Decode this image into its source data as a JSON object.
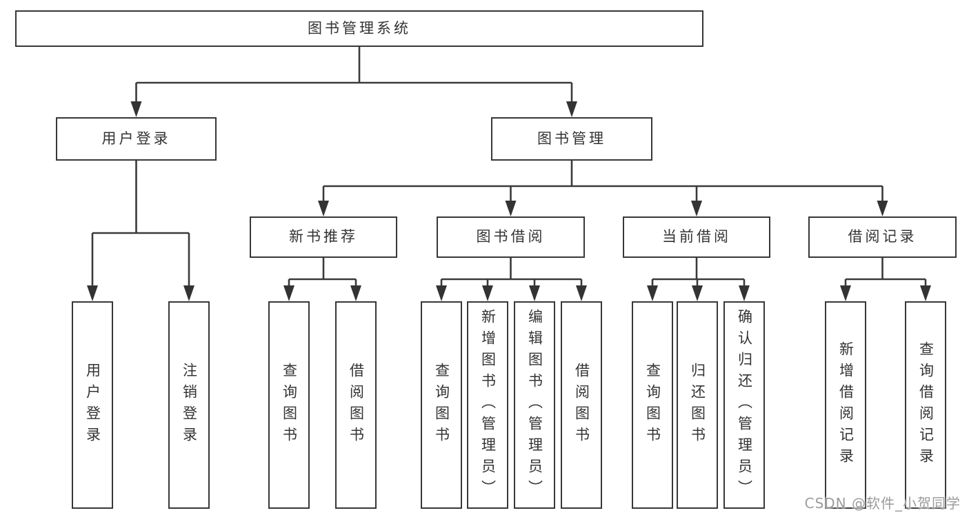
{
  "tree": {
    "root": "图书管理系统",
    "login_branch": {
      "label": "用户登录",
      "leaves": [
        "用户登录",
        "注销登录"
      ]
    },
    "mgmt_branch": {
      "label": "图书管理",
      "groups": [
        {
          "label": "新书推荐",
          "leaves": [
            "查询图书",
            "借阅图书"
          ]
        },
        {
          "label": "图书借阅",
          "leaves": [
            "查询图书",
            "新增图书（管理员）",
            "编辑图书（管理员）",
            "借阅图书"
          ]
        },
        {
          "label": "当前借阅",
          "leaves": [
            "查询图书",
            "归还图书",
            "确认归还（管理员）"
          ]
        },
        {
          "label": "借阅记录",
          "leaves": [
            "新增借阅记录",
            "查询借阅记录"
          ]
        }
      ]
    }
  },
  "watermark": {
    "text": "CSDN @软件_小贺同学"
  },
  "colors": {
    "line": "#3a3a3a",
    "text": "#333333",
    "watermark": "#9b9b9b",
    "background": "#ffffff"
  }
}
